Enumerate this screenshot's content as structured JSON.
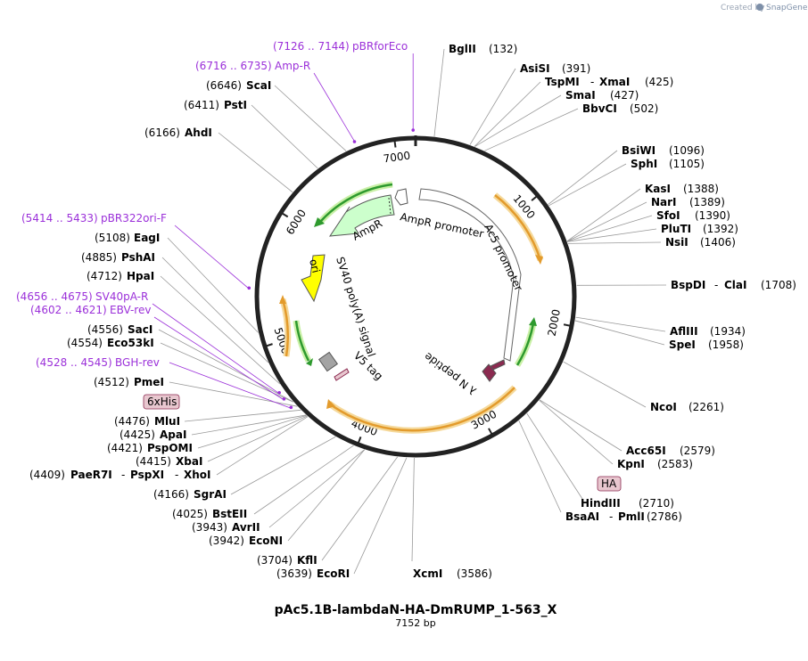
{
  "brand": {
    "created_by": "Created by",
    "product": "SnapGene",
    "color": "#7d8fa8"
  },
  "plasmid": {
    "name": "pAc5.1B-lambdaN-HA-DmRUMP_1-563_X",
    "size_label": "7152 bp",
    "length": 7152
  },
  "ticks": [
    {
      "pos": 1000,
      "label": "1000"
    },
    {
      "pos": 2000,
      "label": "2000"
    },
    {
      "pos": 3000,
      "label": "3000"
    },
    {
      "pos": 4000,
      "label": "4000"
    },
    {
      "pos": 5000,
      "label": "5000"
    },
    {
      "pos": 6000,
      "label": "6000"
    },
    {
      "pos": 7000,
      "label": "7000"
    }
  ],
  "right_sites": [
    {
      "name": "BglII",
      "pos_label": "(132)",
      "pos": 132
    },
    {
      "name": "AsiSI",
      "pos_label": "(391)",
      "pos": 391
    },
    {
      "name": "TspMI",
      "name2": "XmaI",
      "pos_label": "(425)",
      "pos": 425
    },
    {
      "name": "SmaI",
      "pos_label": "(427)",
      "pos": 427
    },
    {
      "name": "BbvCI",
      "pos_label": "(502)",
      "pos": 502
    },
    {
      "name": "BsiWI",
      "pos_label": "(1096)",
      "pos": 1096
    },
    {
      "name": "SphI",
      "pos_label": "(1105)",
      "pos": 1105
    },
    {
      "name": "KasI",
      "pos_label": "(1388)",
      "pos": 1388
    },
    {
      "name": "NarI",
      "pos_label": "(1389)",
      "pos": 1389
    },
    {
      "name": "SfoI",
      "pos_label": "(1390)",
      "pos": 1390
    },
    {
      "name": "PluTI",
      "pos_label": "(1392)",
      "pos": 1392
    },
    {
      "name": "NsiI",
      "pos_label": "(1406)",
      "pos": 1406
    },
    {
      "name": "BspDI",
      "name2": "ClaI",
      "pos_label": "(1708)",
      "pos": 1708
    },
    {
      "name": "AflIII",
      "pos_label": "(1934)",
      "pos": 1934
    },
    {
      "name": "SpeI",
      "pos_label": "(1958)",
      "pos": 1958
    },
    {
      "name": "NcoI",
      "pos_label": "(2261)",
      "pos": 2261
    },
    {
      "name": "Acc65I",
      "pos_label": "(2579)",
      "pos": 2579
    },
    {
      "name": "KpnI",
      "pos_label": "(2583)",
      "pos": 2583
    },
    {
      "name": "HindIII",
      "pos_label": "(2710)",
      "pos": 2710
    },
    {
      "name": "BsaAI",
      "name2": "PmlI",
      "pos_label": "(2786)",
      "pos": 2786
    },
    {
      "name": "XcmI",
      "pos_label": "(3586)",
      "pos": 3586
    }
  ],
  "left_sites": [
    {
      "name": "ScaI",
      "pos_label": "(6646)",
      "pos": 6646
    },
    {
      "name": "PstI",
      "pos_label": "(6411)",
      "pos": 6411
    },
    {
      "name": "AhdI",
      "pos_label": "(6166)",
      "pos": 6166
    },
    {
      "name": "EagI",
      "pos_label": "(5108)",
      "pos": 5108
    },
    {
      "name": "PshAI",
      "pos_label": "(4885)",
      "pos": 4885
    },
    {
      "name": "HpaI",
      "pos_label": "(4712)",
      "pos": 4712
    },
    {
      "name": "SacI",
      "pos_label": "(4556)",
      "pos": 4556
    },
    {
      "name": "Eco53kI",
      "pos_label": "(4554)",
      "pos": 4554
    },
    {
      "name": "PmeI",
      "pos_label": "(4512)",
      "pos": 4512
    },
    {
      "name": "MluI",
      "pos_label": "(4476)",
      "pos": 4476
    },
    {
      "name": "ApaI",
      "pos_label": "(4425)",
      "pos": 4425
    },
    {
      "name": "PspOMI",
      "pos_label": "(4421)",
      "pos": 4421
    },
    {
      "name": "XbaI",
      "pos_label": "(4415)",
      "pos": 4415
    },
    {
      "name": "PaeR7I",
      "name2": "PspXI",
      "name3": "XhoI",
      "pos_label": "(4409)",
      "pos": 4409
    },
    {
      "name": "SgrAI",
      "pos_label": "(4166)",
      "pos": 4166
    },
    {
      "name": "BstEII",
      "pos_label": "(4025)",
      "pos": 4025
    },
    {
      "name": "AvrII",
      "pos_label": "(3943)",
      "pos": 3943
    },
    {
      "name": "EcoNI",
      "pos_label": "(3942)",
      "pos": 3942
    },
    {
      "name": "KflI",
      "pos_label": "(3704)",
      "pos": 3704
    },
    {
      "name": "EcoRI",
      "pos_label": "(3639)",
      "pos": 3639
    }
  ],
  "primers": [
    {
      "range": "(7126 .. 7144)",
      "name": "pBRforEco",
      "pos": 7135
    },
    {
      "range": "(6716 .. 6735)",
      "name": "Amp-R",
      "pos": 6725
    },
    {
      "range": "(5414 .. 5433)",
      "name": "pBR322ori-F",
      "pos": 5423
    },
    {
      "range": "(4656 .. 4675)",
      "name": "SV40pA-R",
      "pos": 4665
    },
    {
      "range": "(4602 .. 4621)",
      "name": "EBV-rev",
      "pos": 4611
    },
    {
      "range": "(4528 .. 4545)",
      "name": "BGH-rev",
      "pos": 4536
    }
  ],
  "tags": [
    {
      "name": "6xHis"
    },
    {
      "name": "HA"
    }
  ],
  "features": {
    "ampr_promoter": "AmpR promoter",
    "ampr": "AmpR",
    "ori": "ori",
    "sv40": "SV40 poly(A) signal",
    "v5": "V5 tag",
    "ac5": "Ac5 promoter",
    "lambda_n": "λ N peptide"
  },
  "colors": {
    "backbone": "#222222",
    "primer": "#9b30d9",
    "ampr_fill": "#ccffcc",
    "ori_fill": "#ffff00",
    "orange_arc": "#e39b2c",
    "green_arc": "#2e9a2e",
    "tag_fill": "#e8c7cf",
    "v5_fill": "#a3a3a3",
    "lambda_fill": "#8b2a50"
  }
}
